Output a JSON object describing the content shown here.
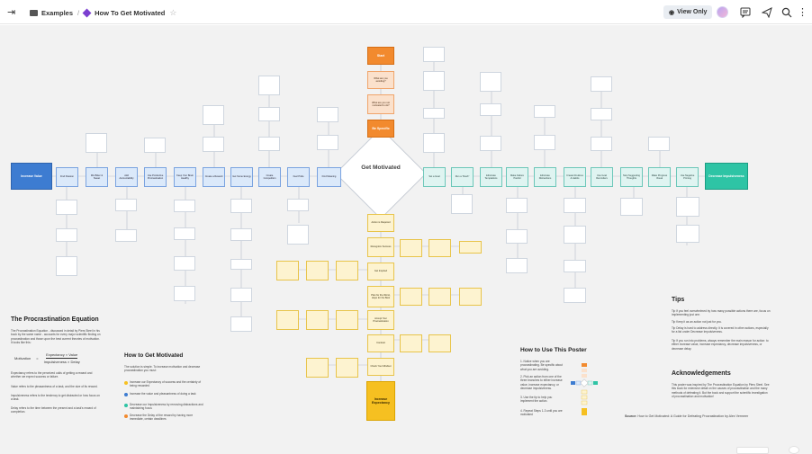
{
  "topbar": {
    "examples": "Examples",
    "title": "How To Get Motivated",
    "view_only": "View Only"
  },
  "center": {
    "title": "Get Motivated"
  },
  "strong_left": "Increase Value",
  "strong_right": "Decrease Impulsiveness",
  "top_chain": {
    "start": "Start",
    "q1": "What are you avoiding?",
    "q2": "What are you not motivated to do?",
    "q3": "Be Specific"
  },
  "bottom_chain": {
    "b1": "Action is Required",
    "b2": "Recognize Success",
    "b3": "Get Inspired",
    "b4": "Plan for the Worst, Hope for the Best",
    "b5": "Accept Your Procrastination",
    "b6": "Contract",
    "b7": "Check Your Mindset",
    "b8": "Increase Expectancy"
  },
  "left_row": [
    "Find Passion",
    "Mix Bitter & Sweet",
    "Add Accountability",
    "Use Productive Procrastination",
    "Keep Your Brain Healthy",
    "Create a Reward",
    "Get Some Energy",
    "Create Competition",
    "Feel Pride",
    "Find Meaning"
  ],
  "right_row": [
    "Set a Goal",
    "Run a \"Dash\"",
    "Eliminate Temptations",
    "Make Failure Painful",
    "Eliminate Distractions",
    "Create Routines & Habits",
    "Use Goal Reminders",
    "Stop Suggesting Thoughts",
    "Make Progress Visual",
    "Use Negative Priming"
  ],
  "equation": {
    "heading": "The Procrastination Equation",
    "intro": "The Procrastination Equation - discussed in detail by Piers Steel in his book by the same name - accounts for every major scientific finding on procrastination and those upon the best current theories of motivation. It looks like this:",
    "lhs": "Motivation",
    "eq": "=",
    "numerator": "Expectancy × Value",
    "denominator": "Impulsiveness × Delay",
    "p1": "Expectancy refers to the perceived odds of getting a reward and whether we expect success or failure.",
    "p2": "Value refers to the pleasantness of a task, and the size of its reward.",
    "p3": "Impulsiveness refers to the tendency to get distracted or how focus on a task.",
    "p4": "Delay refers to the time between the present and a task's reward of completion."
  },
  "howto_motivated": {
    "heading": "How to Get Motivated",
    "intro": "The solution is simple. To increase motivation and decrease procrastination you must:",
    "items": [
      "Increase our Expectancy of success and the certainty of being rewarded",
      "Increase the value and pleasantness of doing a task",
      "Decrease our Impulsiveness by removing distractions and maintaining focus",
      "Decrease the Delay of the reward by having more immediate, certain deadlines"
    ],
    "colors": [
      "#f6c021",
      "#3d7cd1",
      "#2ec4a5",
      "#f28a2e"
    ]
  },
  "howto_poster": {
    "heading": "How to Use This Poster",
    "steps": [
      "1. Notice when you are procrastinating. Be specific about what you are avoiding.",
      "2. Pick an action from one of the three branches to either increase value, increase expectancy, or decrease impulsiveness.",
      "3. Use the tip to help you implement the action.",
      "4. Repeat Steps 1-3 until you are motivated"
    ]
  },
  "tips": {
    "heading": "Tips",
    "items": [
      "Tip If you feel overwhelmed by how many possible actions there are, focus on implementing just one.",
      "Tip Keep it as an action not just for you.",
      "Tip Delay is hard to address directly. It is covered in other actions, especially for a list under Decrease Impulsiveness.",
      "Tip If you run into problems, always remember the main reason for action: to either increase value, increase expectancy, decrease impulsiveness, or decrease delay."
    ]
  },
  "ack": {
    "heading": "Acknowledgements",
    "body": "This poster was inspired by The Procrastination Equation by Piers Steel. See this book for extensive detail on the causes of procrastination and the many methods of defeating it. But the book and support the scientific investigation of procrastination and motivation!"
  },
  "source": {
    "label": "Source:",
    "text": "How to Get Motivated: A Guide for Defeating Procrastination by Alex Vermeer"
  }
}
